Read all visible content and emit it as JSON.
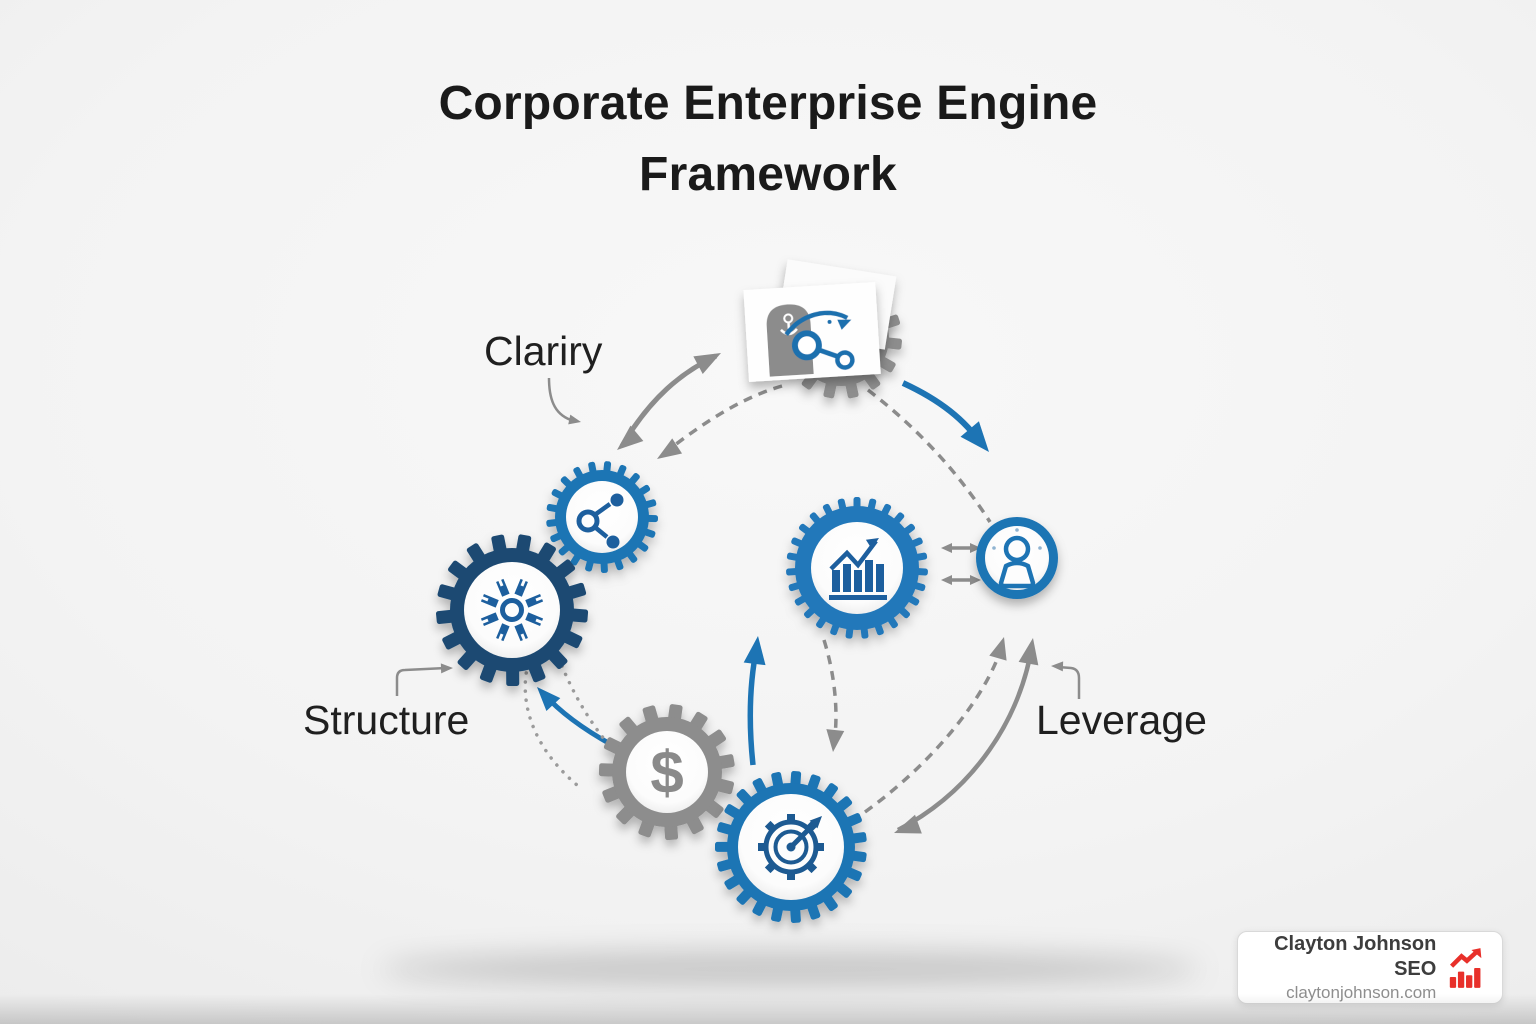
{
  "title": "Corporate Enterprise Engine Framework",
  "callouts": {
    "clarity": "Clariry",
    "structure": "Structure",
    "leverage": "Leverage"
  },
  "nodes": [
    {
      "id": "strategy",
      "icon": "document-growth-share-icon"
    },
    {
      "id": "clarity",
      "icon": "share-network-icon"
    },
    {
      "id": "structure",
      "icon": "burst-snowflake-icon"
    },
    {
      "id": "finance",
      "icon": "dollar-icon",
      "glyph": "$"
    },
    {
      "id": "execution",
      "icon": "target-gear-arrow-icon"
    },
    {
      "id": "growth",
      "icon": "bar-chart-growth-icon"
    },
    {
      "id": "people",
      "icon": "person-icon"
    }
  ],
  "watermark": {
    "name": "Clayton Johnson SEO",
    "url": "claytonjohnson.com",
    "icon": "red-growth-chart-icon"
  },
  "colors": {
    "blue": "#1d74b4",
    "steel_blue": "#2478ba",
    "navy": "#1c4a72",
    "icon_blue": "#1d5f9e",
    "icon_navy": "#1d5a92",
    "card_icon_blue": "#1b6fae",
    "gear_gray": "#8d8d8d",
    "arrow_gray": "#8c8c8c",
    "dot_gray": "#9b9b9b",
    "red": "#e8302a",
    "title_text": "#1a1a1a",
    "label_text": "#1f1f1f",
    "wm_name_text": "#3d3d3d",
    "wm_url_text": "#8e8e8e"
  }
}
